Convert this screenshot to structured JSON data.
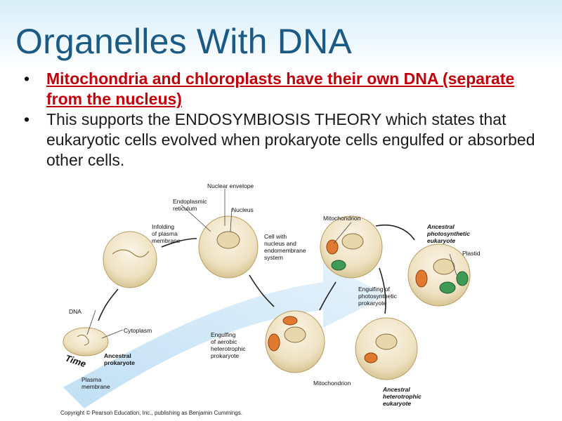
{
  "slide": {
    "title": "Organelles With DNA",
    "bullets": [
      {
        "text": "Mitochondria and chloroplasts have their own DNA (separate from the nucleus)",
        "style": "red-bold-underline"
      },
      {
        "text": "This supports the ENDOSYMBIOSIS THEORY which states that eukaryotic cells evolved when prokaryote cells engulfed or absorbed other cells.",
        "style": "plain"
      }
    ],
    "bullet_glyph": "•"
  },
  "diagram": {
    "labels": {
      "nuclear_envelope": "Nuclear envelope",
      "er_1": "Endoplasmic",
      "er_2": "reticulum",
      "nucleus": "Nucleus",
      "infolding_1": "Infolding",
      "infolding_2": "of plasma",
      "infolding_3": "membrane",
      "cell_with_1": "Cell with",
      "cell_with_2": "nucleus and",
      "cell_with_3": "endomembrane",
      "cell_with_4": "system",
      "mitochondrion_top": "Mitochondrion",
      "ancestral_photo_1": "Ancestral",
      "ancestral_photo_2": "photosynthetic",
      "ancestral_photo_3": "eukaryote",
      "plastid": "Plastid",
      "dna": "DNA",
      "cytoplasm": "Cytoplasm",
      "engulf_photo_1": "Engulfing of",
      "engulf_photo_2": "photosynthetic",
      "engulf_photo_3": "prokaryote",
      "engulf_aerobic_1": "Engulfing",
      "engulf_aerobic_2": "of aerobic",
      "engulf_aerobic_3": "heterotrophic",
      "engulf_aerobic_4": "prokaryote",
      "time": "Time",
      "ancestral_prok_1": "Ancestral",
      "ancestral_prok_2": "prokaryote",
      "plasma_1": "Plasma",
      "plasma_2": "membrane",
      "mitochondrion_bottom": "Mitochondrion",
      "ancestral_hetero_1": "Ancestral",
      "ancestral_hetero_2": "heterotrophic",
      "ancestral_hetero_3": "eukaryote"
    },
    "copyright": "Copyright © Pearson Education, Inc., publishing as Benjamin Cummings."
  },
  "colors": {
    "title": "#1c5a86",
    "red_bullet": "#c0000a",
    "arrow_band": "#cfe6f7",
    "cell_fill": "#f3ead3",
    "cell_shadow": "#d6c39a",
    "mito": "#e07a2e",
    "plastid": "#3f9a55"
  }
}
